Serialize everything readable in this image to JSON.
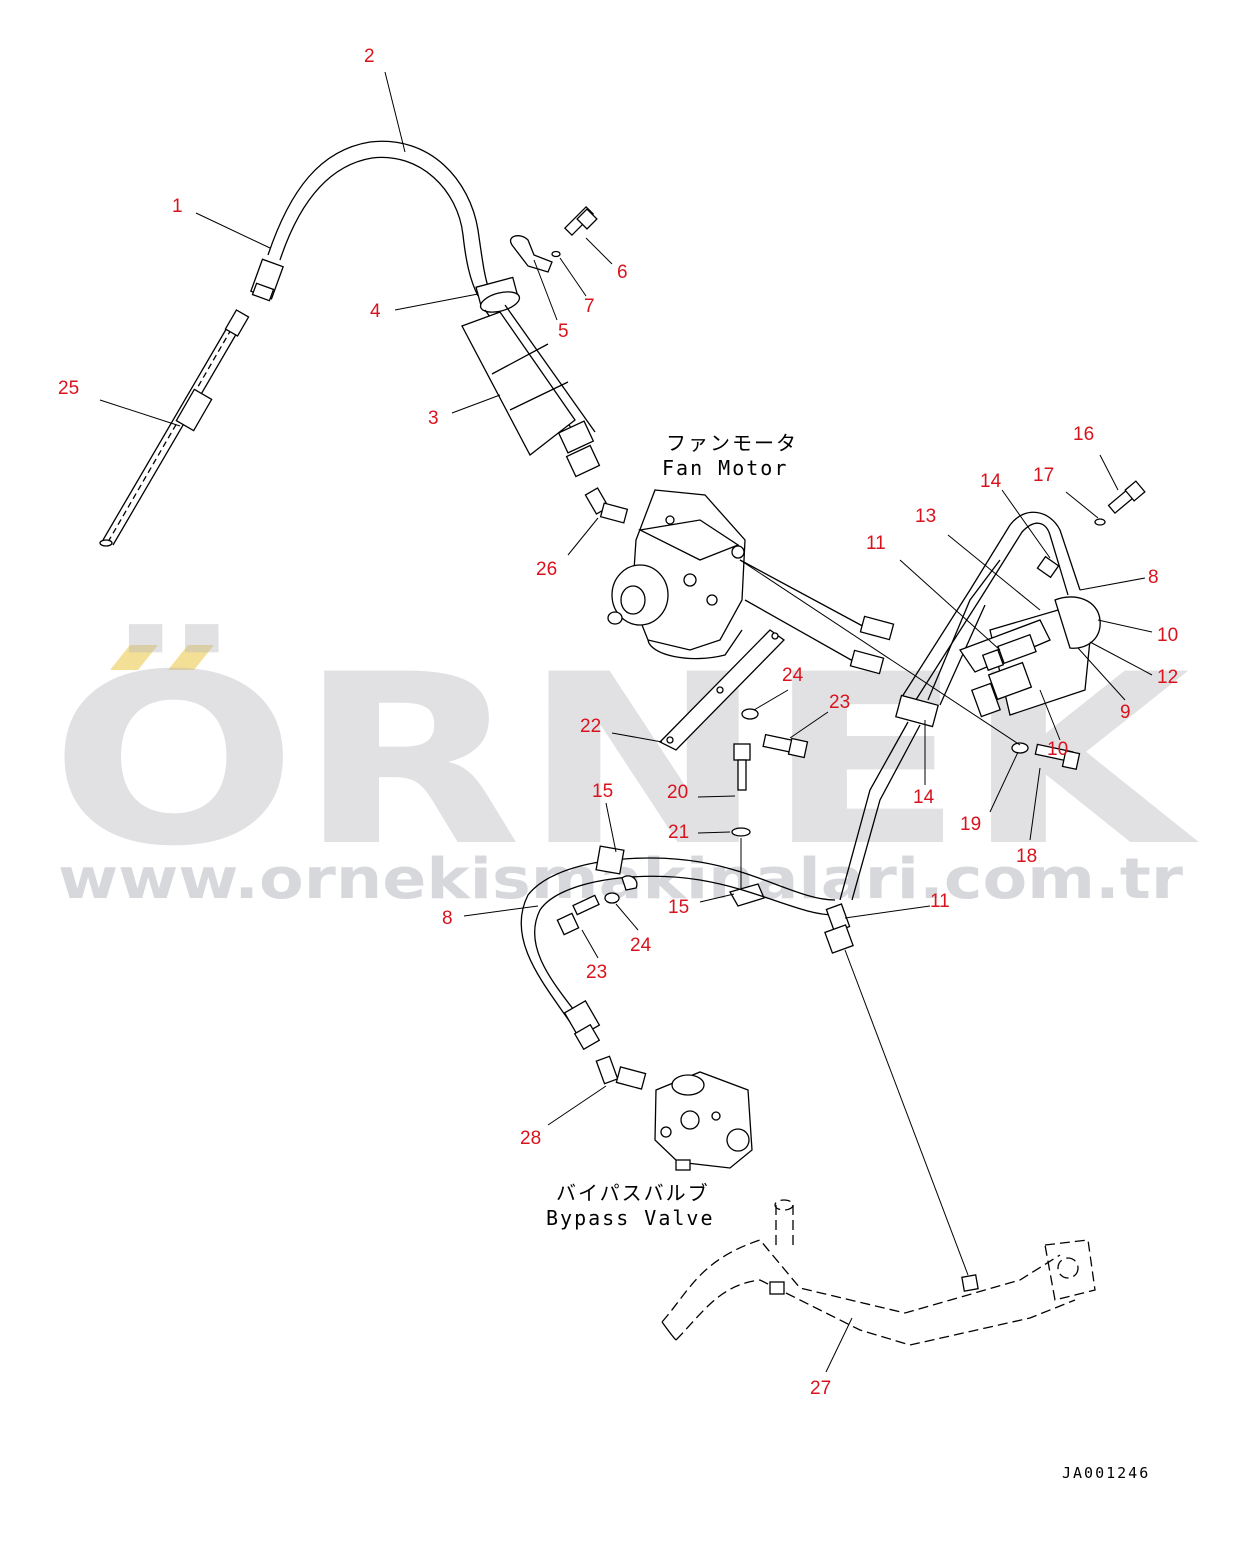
{
  "diagram": {
    "drawing_code": "JA001246",
    "captions": {
      "fan_motor_jp": "ファンモータ",
      "fan_motor_en": "Fan Motor",
      "bypass_valve_jp": "バイパスバルブ",
      "bypass_valve_en": "Bypass Valve"
    },
    "callouts": [
      "1",
      "2",
      "3",
      "4",
      "5",
      "6",
      "7",
      "25",
      "26",
      "16",
      "17",
      "14",
      "13",
      "11",
      "8",
      "10",
      "12",
      "9",
      "10",
      "14",
      "24",
      "23",
      "22",
      "20",
      "21",
      "19",
      "18",
      "15",
      "15",
      "11",
      "8",
      "24",
      "23",
      "28",
      "27"
    ],
    "callout_color": "#d9131d"
  },
  "watermark": {
    "logo": "ÖRNEK",
    "url": "www.ornekismakinalari.com.tr",
    "logo_color": "#b8b9c0",
    "accent_color": "#f2dc8a"
  }
}
